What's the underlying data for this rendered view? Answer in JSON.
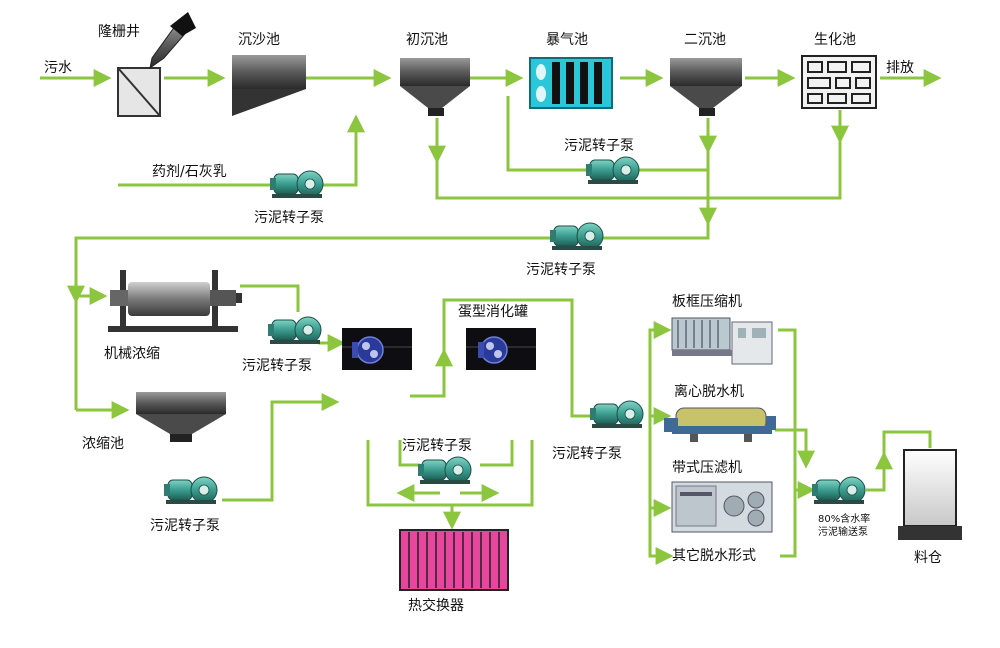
{
  "colors": {
    "flow_line": "#8cc63f",
    "vessel": "#4a4a4a",
    "pump_body": "#3a9d8f",
    "aeration_tank": "#2bc6d8",
    "heat_exchanger": "#e8459e",
    "lobe_motor": "#2a3a9a"
  },
  "labels": {
    "raw_sewage": "污水",
    "bar_screen_well": "隆栅井",
    "grit_chamber": "沉沙池",
    "primary_clarifier": "初沉池",
    "aeration_tank": "暴气池",
    "secondary_clarifier": "二沉池",
    "biochem_tank": "生化池",
    "discharge": "排放",
    "chemicals": "药剂/石灰乳",
    "pump_chem": "污泥转子泵",
    "pump_return": "污泥转子泵",
    "pump_main": "污泥转子泵",
    "mech_thickener": "机械浓缩",
    "pump_thickener": "污泥转子泵",
    "egg_digester": "蛋型消化罐",
    "thickening_tank": "浓缩池",
    "pump_thick_tank": "污泥转子泵",
    "pump_heat": "污泥转子泵",
    "heat_exchanger": "热交换器",
    "pump_digester_out": "污泥转子泵",
    "plate_frame_press": "板框压缩机",
    "centrifuge": "离心脱水机",
    "belt_filter_press": "带式压滤机",
    "other_dewatering": "其它脱水形式",
    "conveying_pump_line1": "80%含水率",
    "conveying_pump_line2": "污泥输送泵",
    "silo": "料仓"
  }
}
